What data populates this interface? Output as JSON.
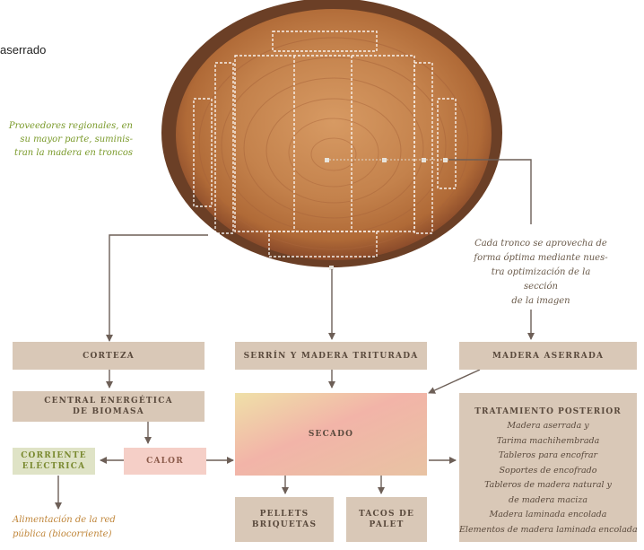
{
  "header_fragment": "aserrado",
  "notes": {
    "suppliers": [
      "Proveedores regionales, en",
      "su mayor parte, suminis-",
      "tran la madera en troncos"
    ],
    "optimization": [
      "Cada tronco se aprovecha de",
      "forma óptima mediante nues-",
      "tra optimización de la sección",
      "de la imagen"
    ],
    "grid_feed": [
      "Alimentación de la red",
      "pública (biocorriente)"
    ]
  },
  "boxes": {
    "corteza": "CORTEZA",
    "serrin": "SERRÍN Y MADERA TRITURADA",
    "madera_aserrada": "MADERA ASERRADA",
    "central": [
      "CENTRAL ENERGÉTICA",
      "DE BIOMASA"
    ],
    "secado": "SECADO",
    "corriente": [
      "CORRIENTE",
      "ELÉCTRICA"
    ],
    "calor": "CALOR",
    "pellets": [
      "PELLETS",
      "BRIQUETAS"
    ],
    "tacos": [
      "TACOS DE",
      "PALET"
    ]
  },
  "treatment": {
    "title": "TRATAMIENTO POSTERIOR",
    "items": [
      "Madera aserrada y",
      "Tarima machihembrada",
      "Tableros para encofrar",
      "Soportes de encofrado",
      "Tableros de madera natural y",
      "de madera maciza",
      "Madera laminada encolada",
      "Elementos de madera laminada encolada"
    ]
  },
  "colors": {
    "box": "#d9c8b7",
    "calor_box": "#f5cfc7",
    "corriente_box": "#dfe3c6",
    "arrow": "#6d5f57",
    "note_green": "#7a9a2a",
    "note_orange": "#c0863a"
  }
}
